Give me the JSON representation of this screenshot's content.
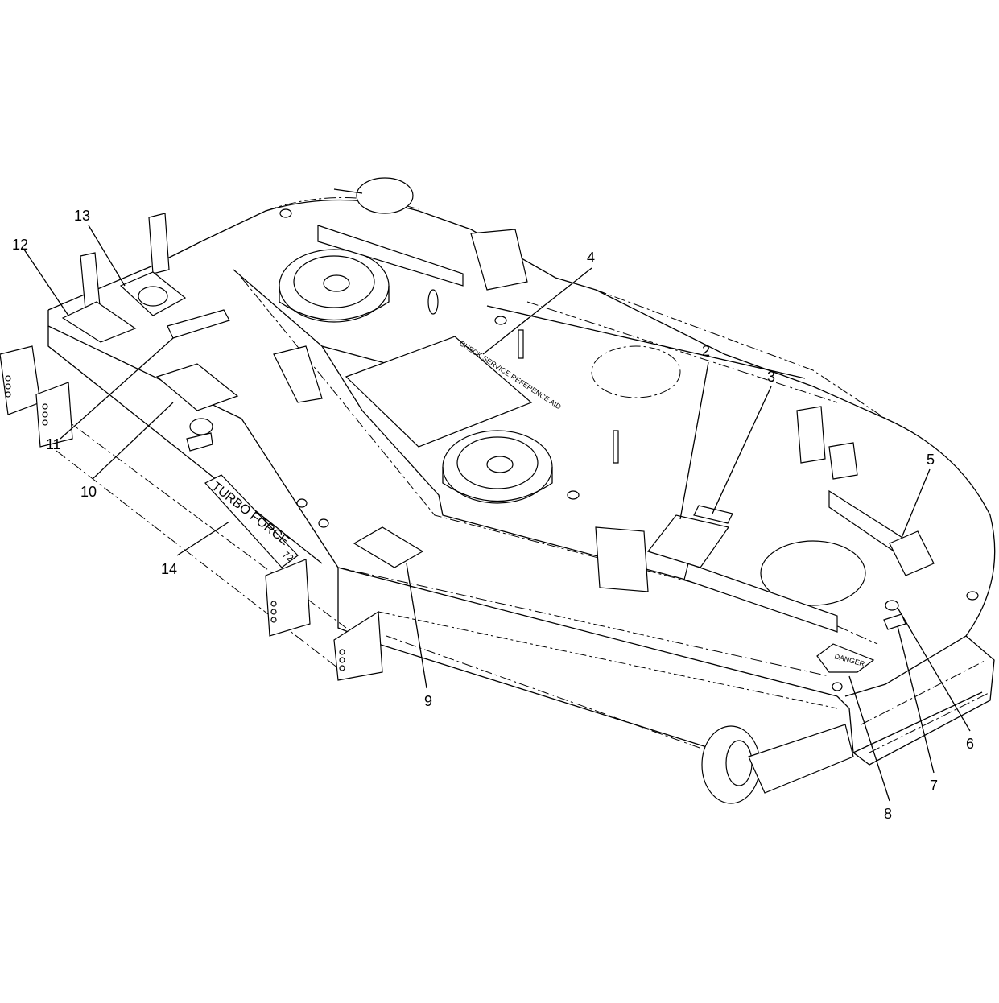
{
  "callouts": [
    {
      "id": "2",
      "text": "2"
    },
    {
      "id": "3",
      "text": "3"
    },
    {
      "id": "4",
      "text": "4"
    },
    {
      "id": "5",
      "text": "5"
    },
    {
      "id": "6",
      "text": "6"
    },
    {
      "id": "7",
      "text": "7"
    },
    {
      "id": "8",
      "text": "8"
    },
    {
      "id": "9",
      "text": "9"
    },
    {
      "id": "10",
      "text": "10"
    },
    {
      "id": "11",
      "text": "11"
    },
    {
      "id": "12",
      "text": "12"
    },
    {
      "id": "13",
      "text": "13"
    },
    {
      "id": "14",
      "text": "14"
    }
  ],
  "decals": {
    "check_service": "CHECK SERVICE REFERENCE AID",
    "brand_line1": "TURBO FORCE",
    "brand_line2": "72",
    "danger": "DANGER"
  }
}
